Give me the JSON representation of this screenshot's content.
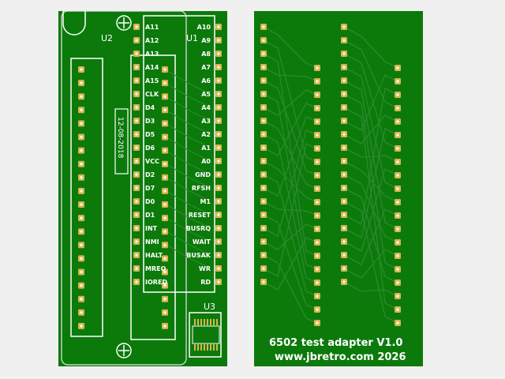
{
  "colors": {
    "background": "#f0f0f0",
    "board": "#0b7a0b",
    "trace": "#2c8a2c",
    "silkscreen": "#ffffff",
    "pad": "#d8b64a",
    "drill": "#f5f5f5"
  },
  "left_board": {
    "u1_label": "U1",
    "u2_label": "U2",
    "u3_label": "U3",
    "date_label": "12-08-2018",
    "u1_left_pins": [
      "A11",
      "A12",
      "A13",
      "A14",
      "A15",
      "CLK",
      "D4",
      "D3",
      "D5",
      "D6",
      "VCC",
      "D2",
      "D7",
      "D0",
      "D1",
      "INT",
      "NMI",
      "HALT",
      "MREQ",
      "IORED"
    ],
    "u1_right_pins": [
      "A10",
      "A9",
      "A8",
      "A7",
      "A6",
      "A5",
      "A4",
      "A3",
      "A2",
      "A1",
      "A0",
      "GND",
      "RFSH",
      "M1",
      "RESET",
      "BUSRQ",
      "WAIT",
      "BUSAK",
      "WR",
      "RD"
    ]
  },
  "right_board": {
    "title_line1": "6502 test adapter V1.0",
    "title_line2": "www.jbretro.com 2026"
  }
}
